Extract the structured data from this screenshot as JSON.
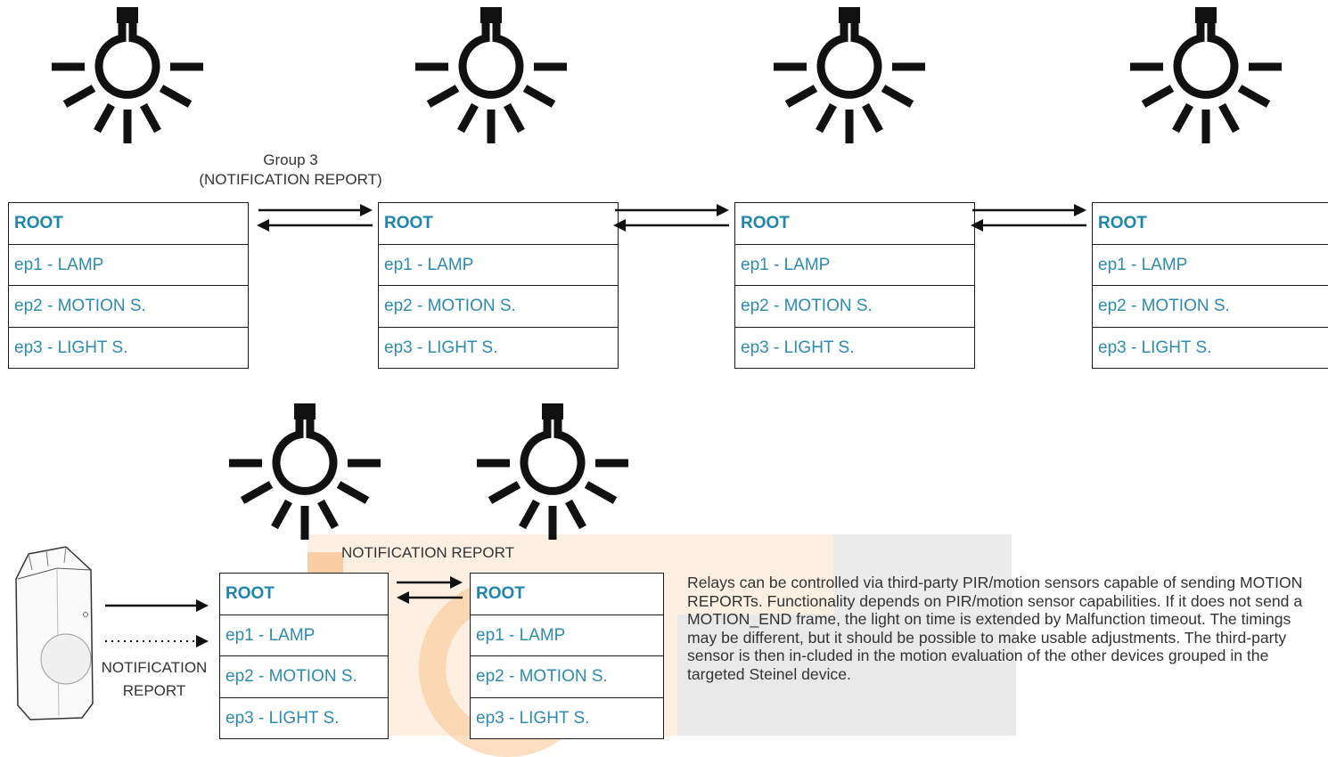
{
  "lamp_icon": "light-bulb-icon",
  "group_label": {
    "line1": "Group 3",
    "line2": "(NOTIFICATION REPORT)"
  },
  "top_nodes": [
    {
      "root": "ROOT",
      "ep1": "ep1 - LAMP",
      "ep2": "ep2 - MOTION S.",
      "ep3": "ep3 - LIGHT S."
    },
    {
      "root": "ROOT",
      "ep1": "ep1 - LAMP",
      "ep2": "ep2 - MOTION S.",
      "ep3": "ep3 - LIGHT S."
    },
    {
      "root": "ROOT",
      "ep1": "ep1 - LAMP",
      "ep2": "ep2 - MOTION S.",
      "ep3": "ep3 - LIGHT S."
    },
    {
      "root": "ROOT",
      "ep1": "ep1 - LAMP",
      "ep2": "ep2 - MOTION S.",
      "ep3": "ep3 - LIGHT S."
    }
  ],
  "bottom_nodes": [
    {
      "root": "ROOT",
      "ep1": "ep1 - LAMP",
      "ep2": "ep2 - MOTION S.",
      "ep3": "ep3 - LIGHT S."
    },
    {
      "root": "ROOT",
      "ep1": "ep1 - LAMP",
      "ep2": "ep2 - MOTION S.",
      "ep3": "ep3 - LIGHT S."
    }
  ],
  "bottom_link_label": "NOTIFICATION REPORT",
  "sensor_label": {
    "line1": "NOTIFICATION",
    "line2": "REPORT"
  },
  "sensor_icon": "motion-sensor-device-icon",
  "description": "Relays can be controlled via third-party PIR/motion sensors capable of sending MOTION REPORTs. Functionality depends on PIR/motion sensor capabilities. If it does not send a MOTION_END frame, the light on time is extended by Malfunction timeout. The timings may be different, but it should be possible to make usable adjustments. The third-party sensor is then in-cluded in the motion evaluation of the other devices grouped in the targeted Steinel device.",
  "colors": {
    "endpoint_text": "#2e8bb0",
    "line": "#1a1a1a",
    "watermark_orange": "#f7b77a"
  }
}
